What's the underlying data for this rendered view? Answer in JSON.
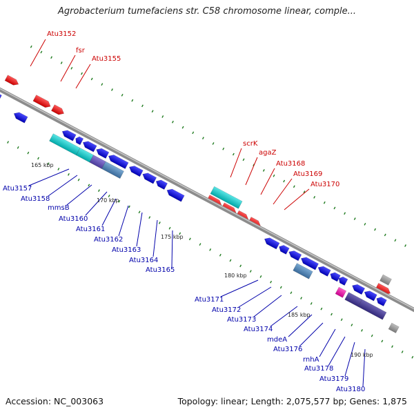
{
  "title": "Agrobacterium tumefaciens str. C58 chromosome linear, comple...",
  "footer": {
    "accession": "Accession: NC_003063",
    "summary": "Topology: linear; Length: 2,075,577 bp; Genes: 1,875"
  },
  "colors": {
    "backbone": "#8c8c8c",
    "forward_gene": "#ff0000",
    "reverse_gene": "#0000ff",
    "rna": "#00c8c8",
    "label_forward": "#cc0000",
    "label_reverse": "#0000aa",
    "tick": "#1e7a1e"
  },
  "kbp_labels": [
    "165 kbp",
    "170 kbp",
    "175 kbp",
    "180 kbp",
    "185 kbp",
    "190 kbp"
  ],
  "forward_labels": [
    "Atu3152",
    "fsr",
    "Atu3155",
    "scrK",
    "agaZ",
    "Atu3168",
    "Atu3169",
    "Atu3170"
  ],
  "reverse_labels": [
    "Atu3157",
    "Atu3158",
    "mmsB",
    "Atu3160",
    "Atu3161",
    "Atu3162",
    "Atu3163",
    "Atu3164",
    "Atu3165",
    "Atu3171",
    "Atu3172",
    "Atu3173",
    "Atu3174",
    "mdeA",
    "Atu3176",
    "rnhA",
    "Atu3178",
    "Atu3179",
    "Atu3180"
  ]
}
